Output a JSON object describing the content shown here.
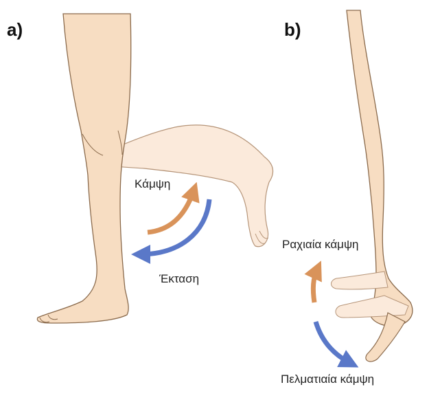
{
  "panels": {
    "a": {
      "label": "a)",
      "flexion_label": "Κάμψη",
      "extension_label": "Έκταση"
    },
    "b": {
      "label": "b)",
      "dorsiflexion_label": "Ραχιαία κάμψη",
      "plantarflexion_label": "Πελματιαία κάμψη"
    }
  },
  "colors": {
    "skin": "#f7ddc2",
    "skin_ghost": "#fbeadb",
    "outline": "#8a6a4c",
    "arrow_orange": "#d9935a",
    "arrow_blue": "#5a78c8"
  }
}
